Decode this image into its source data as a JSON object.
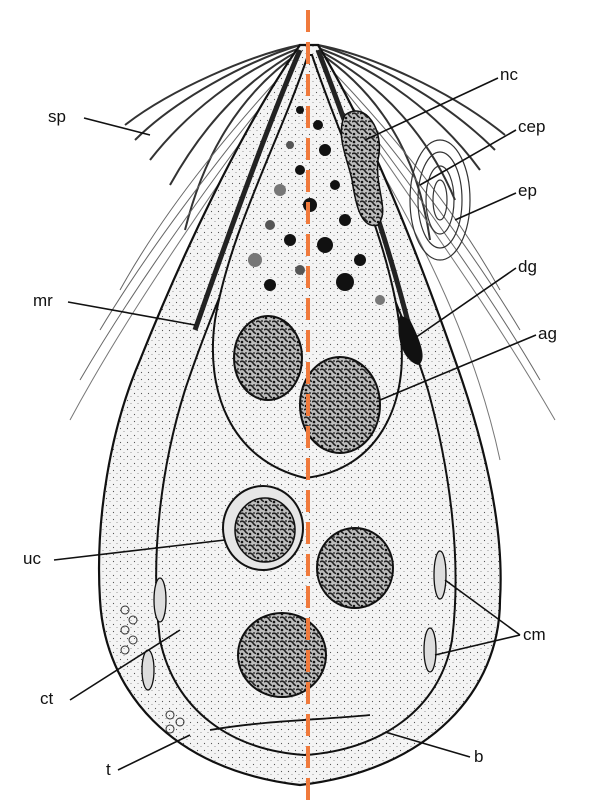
{
  "labels": {
    "sp": "sp",
    "nc": "nc",
    "cep": "cep",
    "ep": "ep",
    "mr": "mr",
    "dg": "dg",
    "ag": "ag",
    "uc": "uc",
    "cm": "cm",
    "ct": "ct",
    "t": "t",
    "b": "b"
  },
  "colors": {
    "axis_line": "#f07a3c",
    "ink": "#111111",
    "stipple_fill": "#efefef",
    "spine_dark": "#3a3a3a"
  }
}
